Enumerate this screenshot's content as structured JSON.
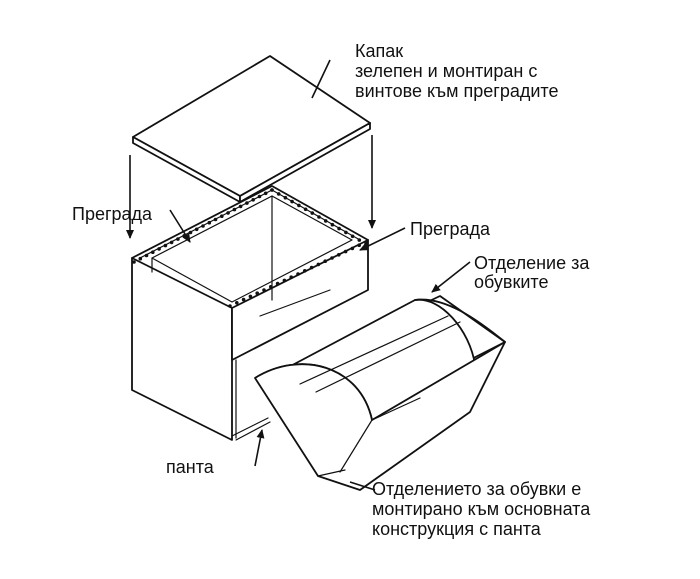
{
  "labels": {
    "lid_title": "Капак",
    "lid_line2": "зелепен и монтиран с",
    "lid_line3": "винтове към преградите",
    "partition_left": "Преграда",
    "partition_right": "Преграда",
    "compartment_line1": "Отделение за",
    "compartment_line2": "обувките",
    "hinge": "панта",
    "note_line1": "Отделението за обувки е",
    "note_line2": "монтирано към основната",
    "note_line3": "конструкция с панта"
  }
}
